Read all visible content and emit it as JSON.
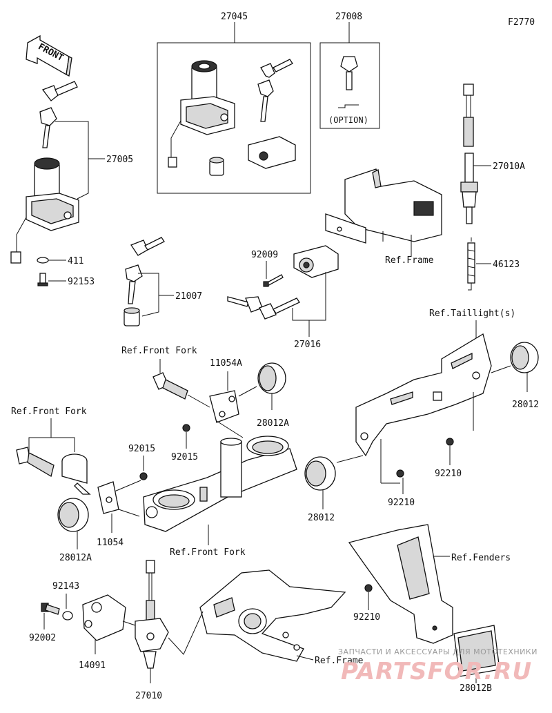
{
  "figure_code": "F2770",
  "front_label": "FRONT",
  "option_label": "(OPTION)",
  "parts": {
    "p27045": "27045",
    "p27008": "27008",
    "p27005": "27005",
    "p411": "411",
    "p92153": "92153",
    "p27010A": "27010A",
    "p46123": "46123",
    "p92009": "92009",
    "p21007": "21007",
    "p27016": "27016",
    "p11054A": "11054A",
    "p28012A_top": "28012A",
    "p92015_a": "92015",
    "p92015_b": "92015",
    "p11054": "11054",
    "p28012A_bottom": "28012A",
    "p28012_right": "28012",
    "p28012_mid": "28012",
    "p92210_a": "92210",
    "p92210_b": "92210",
    "p92210_c": "92210",
    "p92143": "92143",
    "p92002": "92002",
    "p14091": "14091",
    "p27010": "27010",
    "p28012B": "28012B"
  },
  "refs": {
    "frame_top": "Ref.Frame",
    "front_fork_a": "Ref.Front Fork",
    "front_fork_b": "Ref.Front Fork",
    "front_fork_c": "Ref.Front Fork",
    "taillight": "Ref.Taillight(s)",
    "fenders": "Ref.Fenders",
    "frame_bottom": "Ref.Frame"
  },
  "watermark": {
    "line1": "ЗАПЧАСТИ И АКСЕССУАРЫ ДЛЯ МОТОТЕХНИКИ",
    "line2": "PARTSFOR.RU"
  }
}
